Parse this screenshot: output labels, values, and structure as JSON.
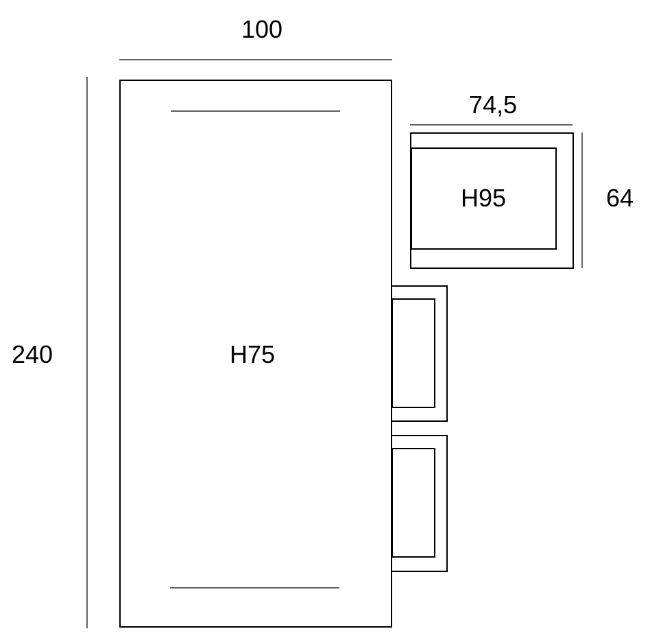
{
  "dimensions": {
    "desk_width": "100",
    "desk_length": "240",
    "cabinet_width": "74,5",
    "cabinet_depth": "64"
  },
  "labels": {
    "desk_height": "H75",
    "cabinet_height": "H95"
  },
  "colors": {
    "stroke": "#000000",
    "background": "#ffffff"
  }
}
